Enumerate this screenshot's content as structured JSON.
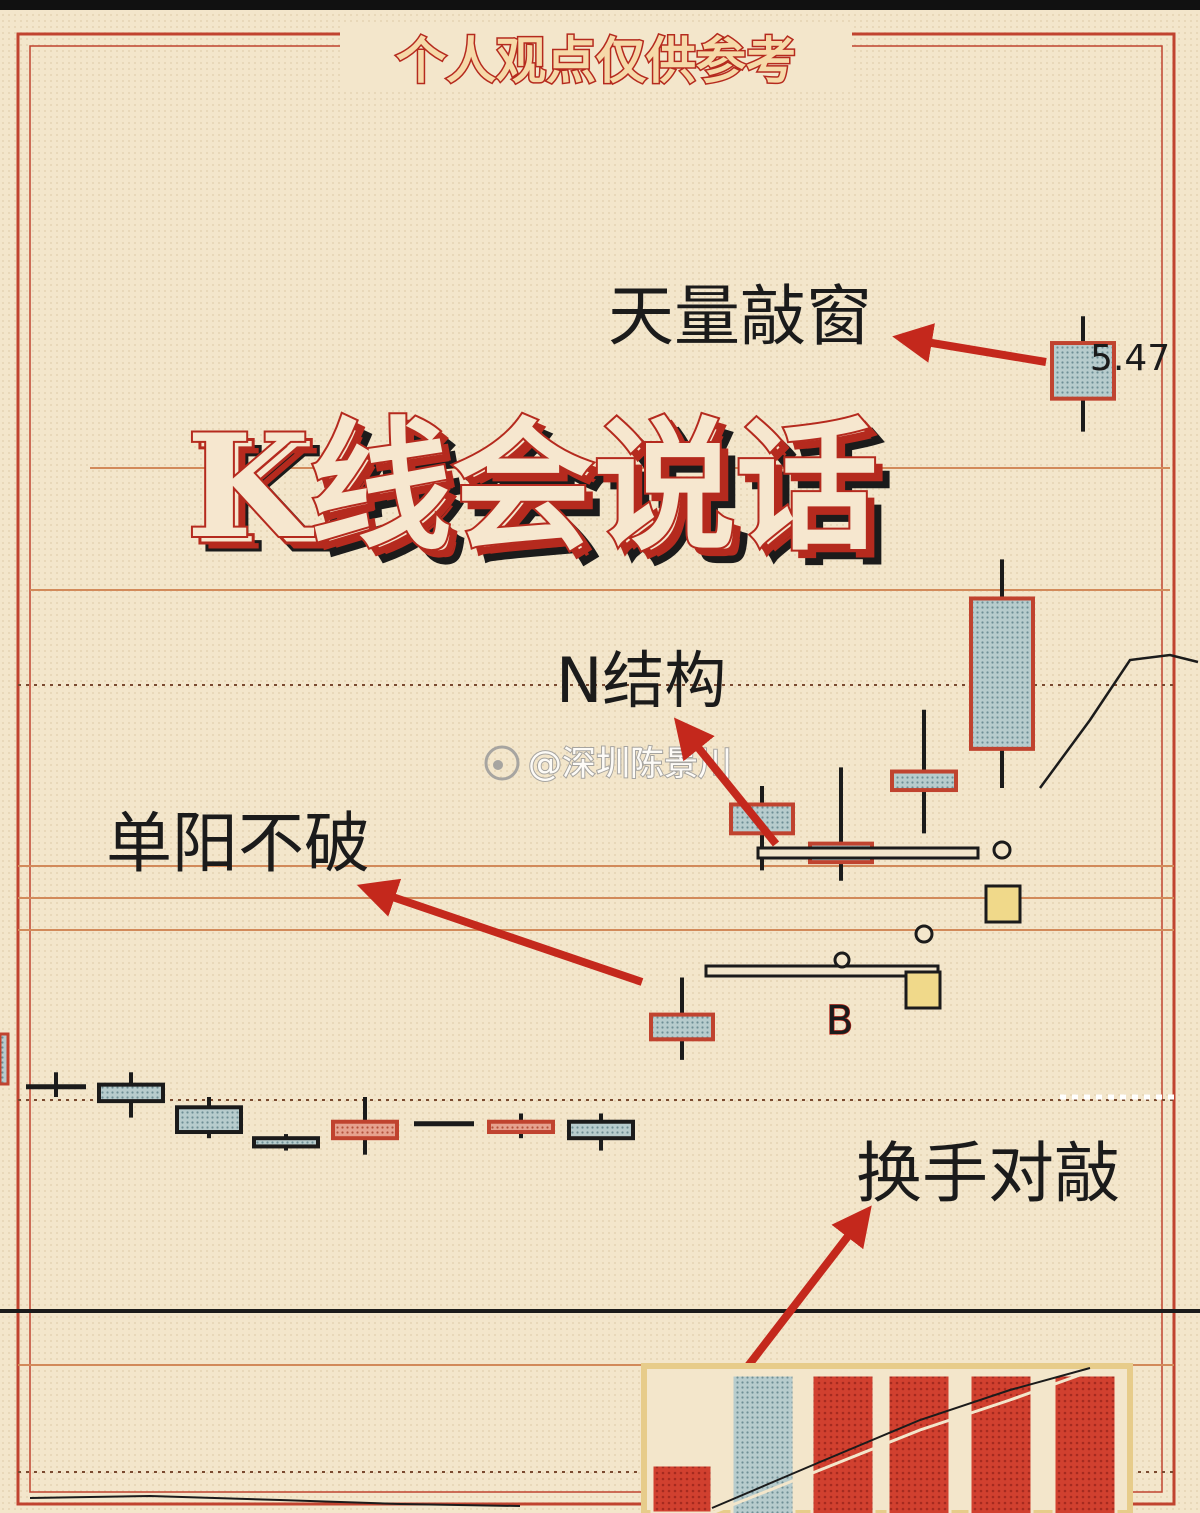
{
  "header": {
    "banner": "个人观点仅供参考"
  },
  "title": {
    "main": "K线会说话"
  },
  "watermark": "@深圳陈景川",
  "annotations": {
    "tianliang": "天量敲窗",
    "price_label": "5.47",
    "n_structure": "N结构",
    "danyang": "单阳不破",
    "huanshou": "换手对敲",
    "point_b": "B"
  },
  "colors": {
    "background": "#f3e6cb",
    "frame": "#c0432f",
    "candle_fill": "#a9c3c6",
    "volume_red": "#d1402f",
    "arrow": "#c4281c",
    "title_fill": "#f6e7cf",
    "title_shadow": "#b52a1e"
  },
  "chart_data": {
    "type": "candlestick",
    "title": "K线会说话",
    "candles": [
      {
        "open": 55,
        "high": 62,
        "low": 50,
        "close": 55
      },
      {
        "open": 56,
        "high": 62,
        "low": 40,
        "close": 48
      },
      {
        "open": 45,
        "high": 50,
        "low": 30,
        "close": 33
      },
      {
        "open": 30,
        "high": 32,
        "low": 24,
        "close": 26
      },
      {
        "open": 30,
        "high": 50,
        "low": 22,
        "close": 38
      },
      {
        "open": 37,
        "high": 37,
        "low": 37,
        "close": 37
      },
      {
        "open": 38,
        "high": 42,
        "low": 30,
        "close": 33
      },
      {
        "open": 30,
        "high": 42,
        "low": 24,
        "close": 38
      },
      {
        "open": 90,
        "high": 108,
        "low": 68,
        "close": 78
      },
      {
        "open": 178,
        "high": 201,
        "low": 160,
        "close": 192
      },
      {
        "open": 173,
        "high": 210,
        "low": 155,
        "close": 164
      },
      {
        "open": 208,
        "high": 238,
        "low": 178,
        "close": 199
      },
      {
        "open": 292,
        "high": 311,
        "low": 200,
        "close": 219
      },
      {
        "open": 389,
        "high": 429,
        "low": 373,
        "close": 416
      }
    ],
    "annotated_price": 5.47,
    "volume": [
      {
        "value": 40,
        "color": "red"
      },
      {
        "value": 120,
        "color": "blue"
      },
      {
        "value": 120,
        "color": "red"
      },
      {
        "value": 120,
        "color": "red"
      },
      {
        "value": 120,
        "color": "red"
      },
      {
        "value": 120,
        "color": "red"
      }
    ]
  }
}
